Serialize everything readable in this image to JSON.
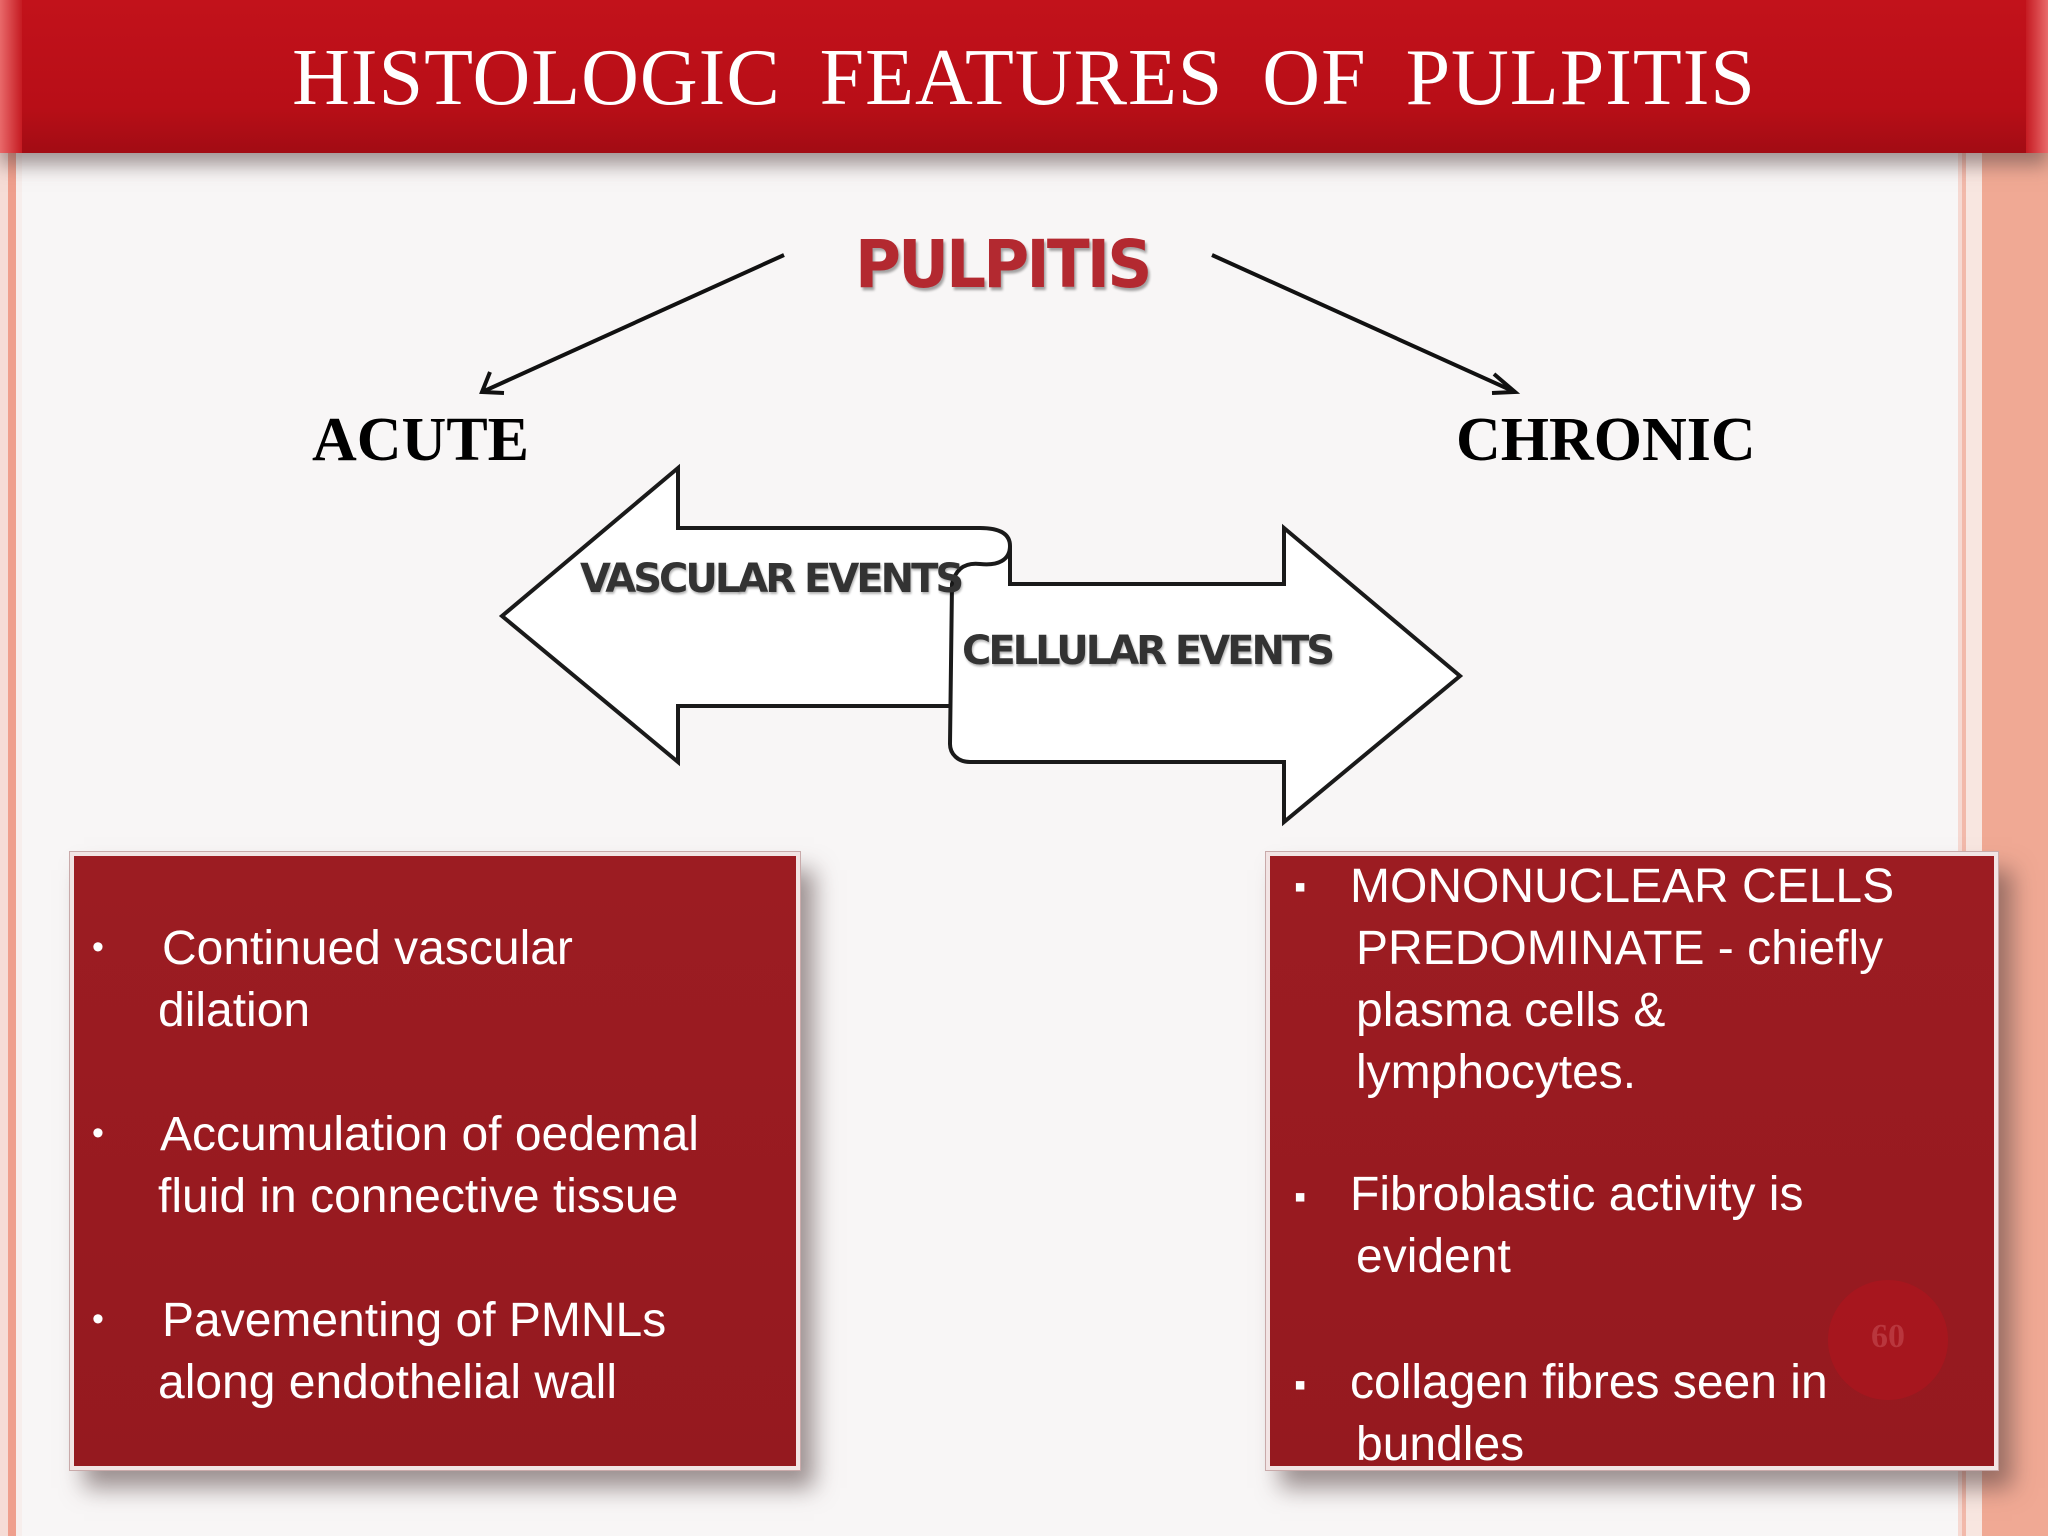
{
  "slide": {
    "title": "HISTOLOGIC  FEATURES  OF  PULPITIS",
    "page_number": "60"
  },
  "diagram": {
    "root": "PULPITIS",
    "branches": {
      "acute": "ACUTE",
      "chronic": "CHRONIC"
    },
    "arrows": {
      "vascular_events": "VASCULAR EVENTS",
      "cellular_events": "CELLULAR EVENTS"
    }
  },
  "acute_panel": {
    "bullet": "•",
    "items": [
      {
        "line1": " Continued vascular",
        "line2": "dilation"
      },
      {
        "line1": " Accumulation of oedemal",
        "line2": "fluid in connective tissue"
      },
      {
        "line1": " Pavementing of PMNLs",
        "line2": "along endothelial wall"
      }
    ]
  },
  "chronic_panel": {
    "bullet": "▪",
    "items": [
      {
        "line1": " MONONUCLEAR  CELLS",
        "line2": "PREDOMINATE  - chiefly",
        "line3": "plasma cells &",
        "line4": "lymphocytes."
      },
      {
        "line1": " Fibroblastic  activity  is",
        "line2": "evident"
      },
      {
        "line1": " collagen   fibres seen  in",
        "line2": "bundles"
      }
    ]
  },
  "colors": {
    "title_bar": "#b80e17",
    "panel": "#981a20",
    "pulpitis_text": "#b32930"
  }
}
